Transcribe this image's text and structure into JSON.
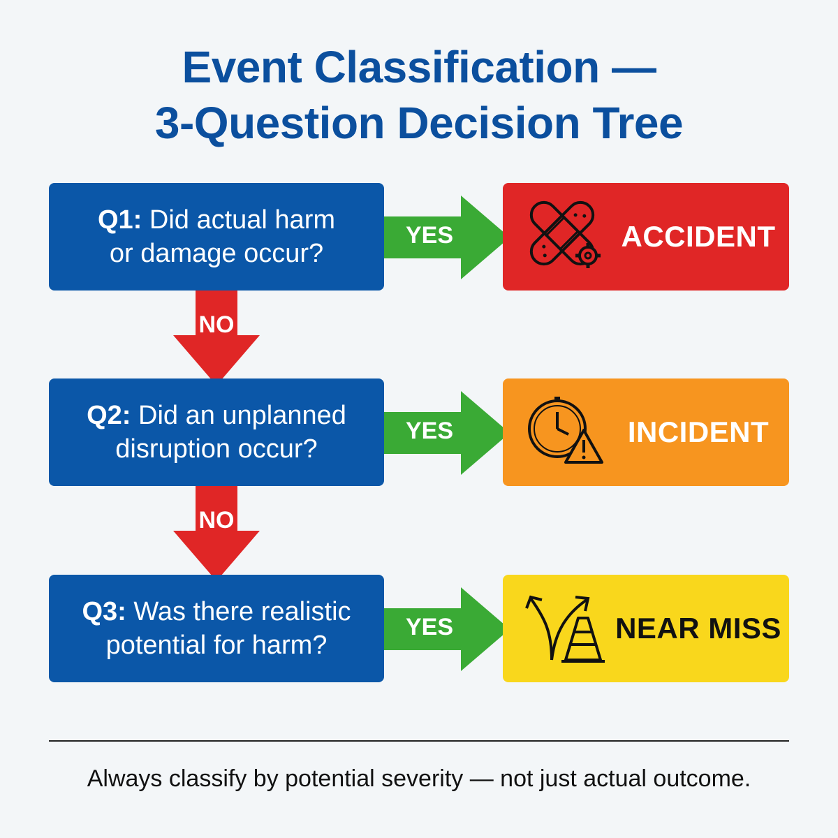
{
  "title": {
    "line1": "Event Classification —",
    "line2": "3-Question Decision Tree"
  },
  "questions": [
    {
      "id": "Q1:",
      "line1": "Did actual harm",
      "line2": "or damage occur?"
    },
    {
      "id": "Q2:",
      "line1": "Did an unplanned",
      "line2": "disruption occur?"
    },
    {
      "id": "Q3:",
      "line1": "Was there realistic",
      "line2": "potential for harm?"
    }
  ],
  "outcomes": [
    {
      "label": "ACCIDENT",
      "icon": "bandage-gear-icon",
      "color": "#e02626",
      "text_color": "#ffffff"
    },
    {
      "label": "INCIDENT",
      "icon": "clock-warning-icon",
      "color": "#f7951f",
      "text_color": "#ffffff"
    },
    {
      "label": "NEAR MISS",
      "icon": "arrows-cone-icon",
      "color": "#f9d71c",
      "text_color": "#111111"
    }
  ],
  "yes_label": "YES",
  "no_label": "NO",
  "colors": {
    "question_box": "#0b57a8",
    "yes_arrow": "#3aaa35",
    "no_arrow": "#e02626",
    "title": "#0b4f9e"
  },
  "footer": "Always classify by potential severity — not just actual outcome."
}
